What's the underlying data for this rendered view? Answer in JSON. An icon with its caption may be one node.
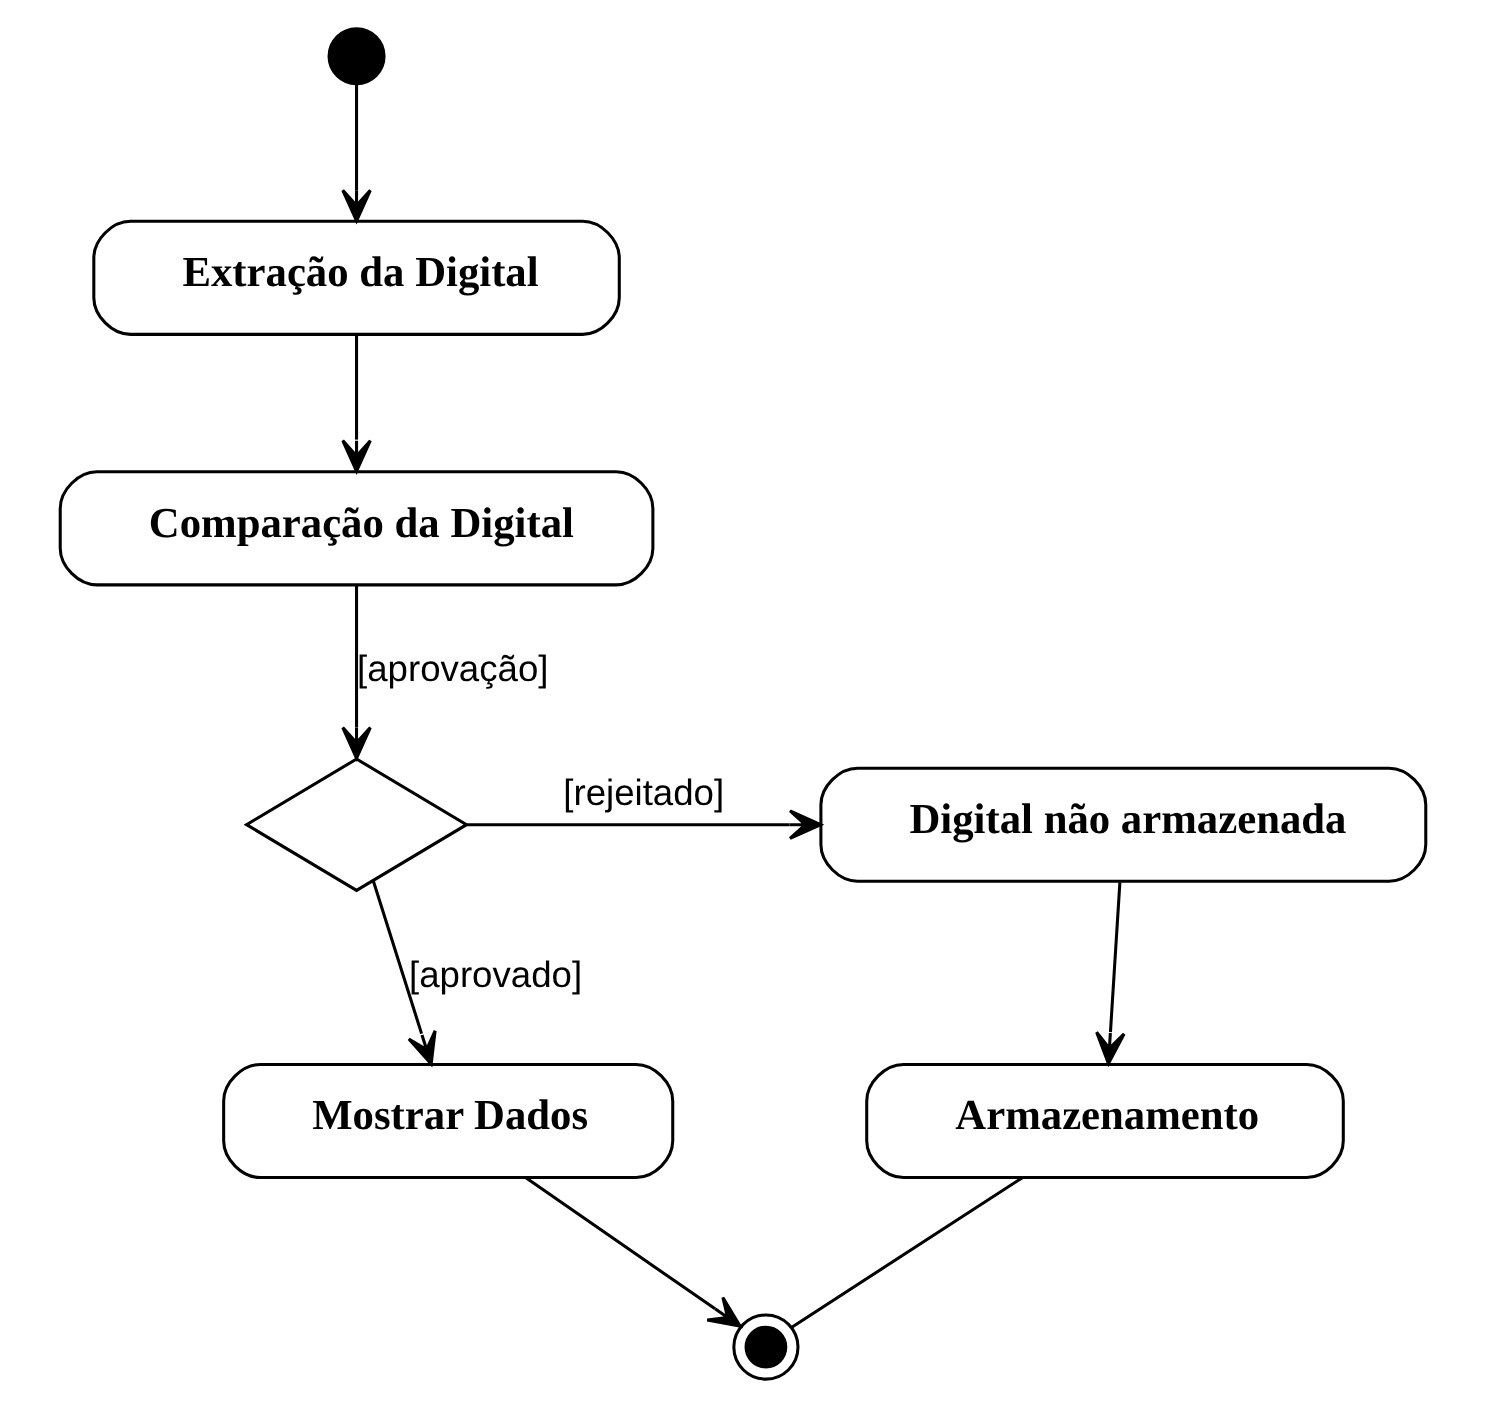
{
  "diagram": {
    "nodes": [
      {
        "text": [],
        "shape": "circle"
      },
      {
        "text": [
          "Extração da Digital"
        ]
      },
      {
        "text": [
          "Comparação da Digital"
        ]
      },
      {
        "text": [],
        "shape": "diamond"
      },
      {
        "text": [
          "Digital não armazenada"
        ]
      },
      {
        "text": [
          "Mostrar Dados"
        ]
      },
      {
        "text": [
          "Armazenamento"
        ]
      },
      {
        "text": [],
        "shape": "bullseye"
      }
    ],
    "edges": [
      {
        "from": 0,
        "to": 1,
        "arrow": "to"
      },
      {
        "from": 1,
        "to": 2,
        "arrow": "to"
      },
      {
        "from": 2,
        "to": 3,
        "arrow": "to",
        "label": "[aprovação]"
      },
      {
        "from": 3,
        "to": 4,
        "arrow": "to",
        "label": "[rejeitado]"
      },
      {
        "from": 3,
        "to": 5,
        "arrow": "to",
        "label": "[aprovado]"
      },
      {
        "from": 4,
        "to": 6,
        "arrow": "to"
      },
      {
        "from": 5,
        "to": 7,
        "arrow": "to"
      },
      {
        "from": 6,
        "to": 7,
        "arrow": "none"
      }
    ]
  }
}
